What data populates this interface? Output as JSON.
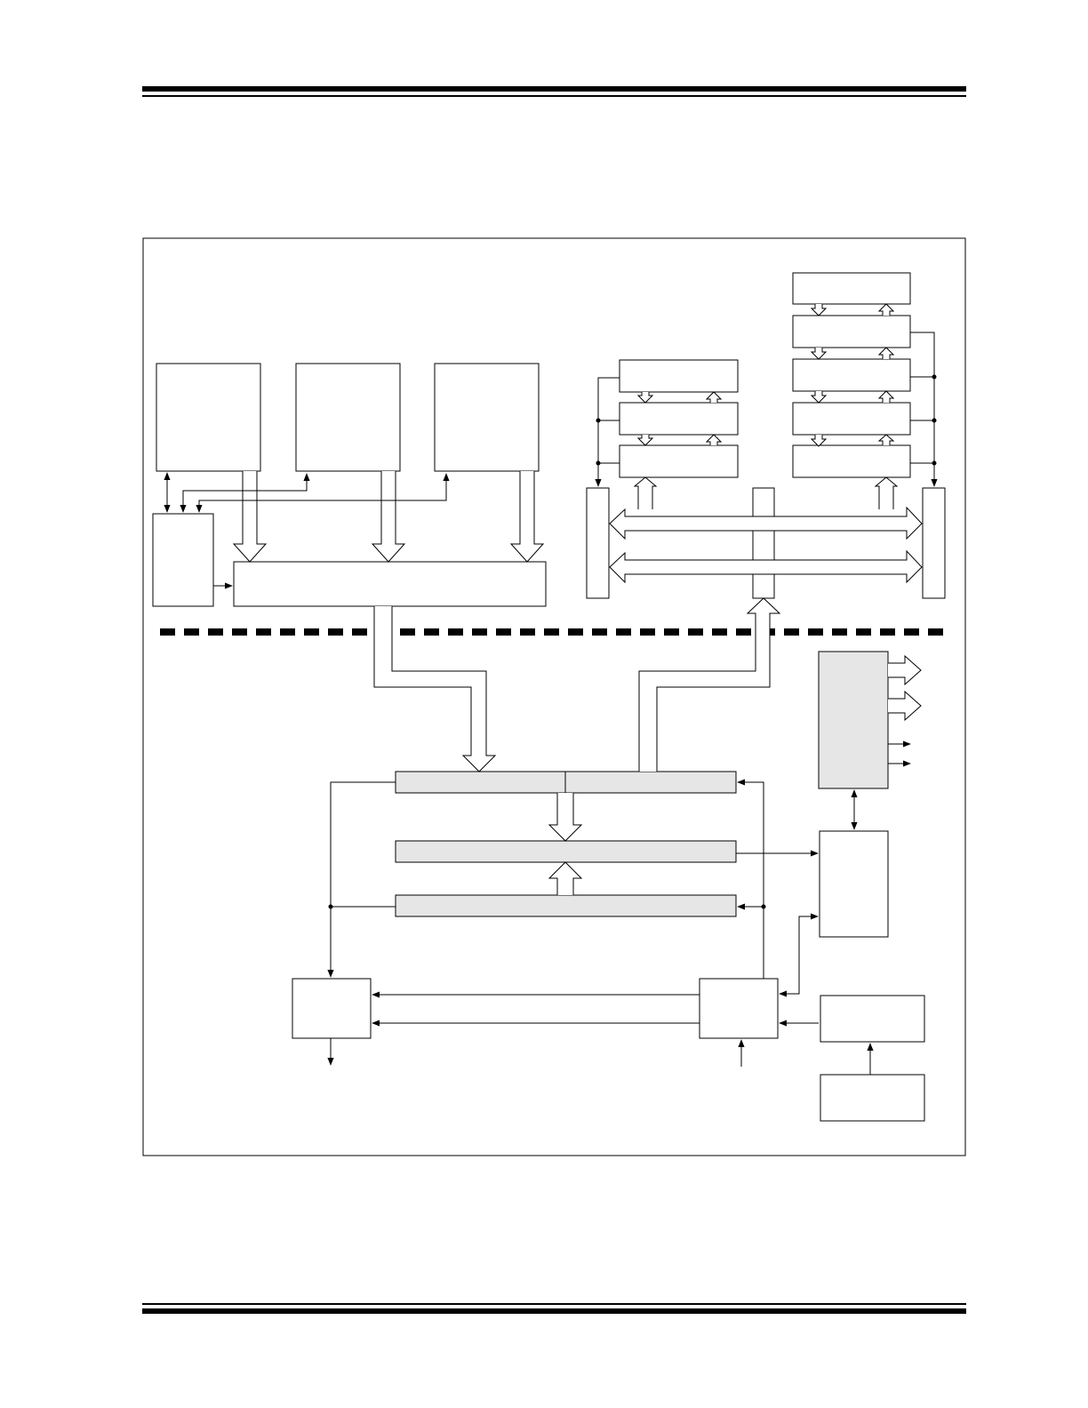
{
  "page": {
    "header_rule": true,
    "footer_rule": true
  },
  "colors": {
    "line": "#000000",
    "register_fill": "#e6e6e6",
    "block_fill": "#ffffff",
    "shaded_block_fill": "#e6e6e6"
  },
  "diagram": {
    "blocks": [
      {
        "id": "top-left-block-1"
      },
      {
        "id": "top-left-block-2"
      },
      {
        "id": "top-left-block-3"
      },
      {
        "id": "controller-block"
      },
      {
        "id": "wide-bus-block"
      },
      {
        "id": "left-stack-block-1"
      },
      {
        "id": "left-stack-block-2"
      },
      {
        "id": "left-stack-block-3"
      },
      {
        "id": "right-stack-block-1"
      },
      {
        "id": "right-stack-block-2"
      },
      {
        "id": "right-stack-block-3"
      },
      {
        "id": "right-stack-block-4"
      },
      {
        "id": "right-stack-block-5"
      },
      {
        "id": "vertical-bus-left"
      },
      {
        "id": "vertical-bus-middle"
      },
      {
        "id": "vertical-bus-right"
      },
      {
        "id": "register-top"
      },
      {
        "id": "register-middle"
      },
      {
        "id": "register-bottom"
      },
      {
        "id": "output-shaded-block"
      },
      {
        "id": "interface-block"
      },
      {
        "id": "bottom-left-block"
      },
      {
        "id": "bottom-right-block"
      },
      {
        "id": "source-block-upper"
      },
      {
        "id": "source-block-lower"
      }
    ]
  }
}
